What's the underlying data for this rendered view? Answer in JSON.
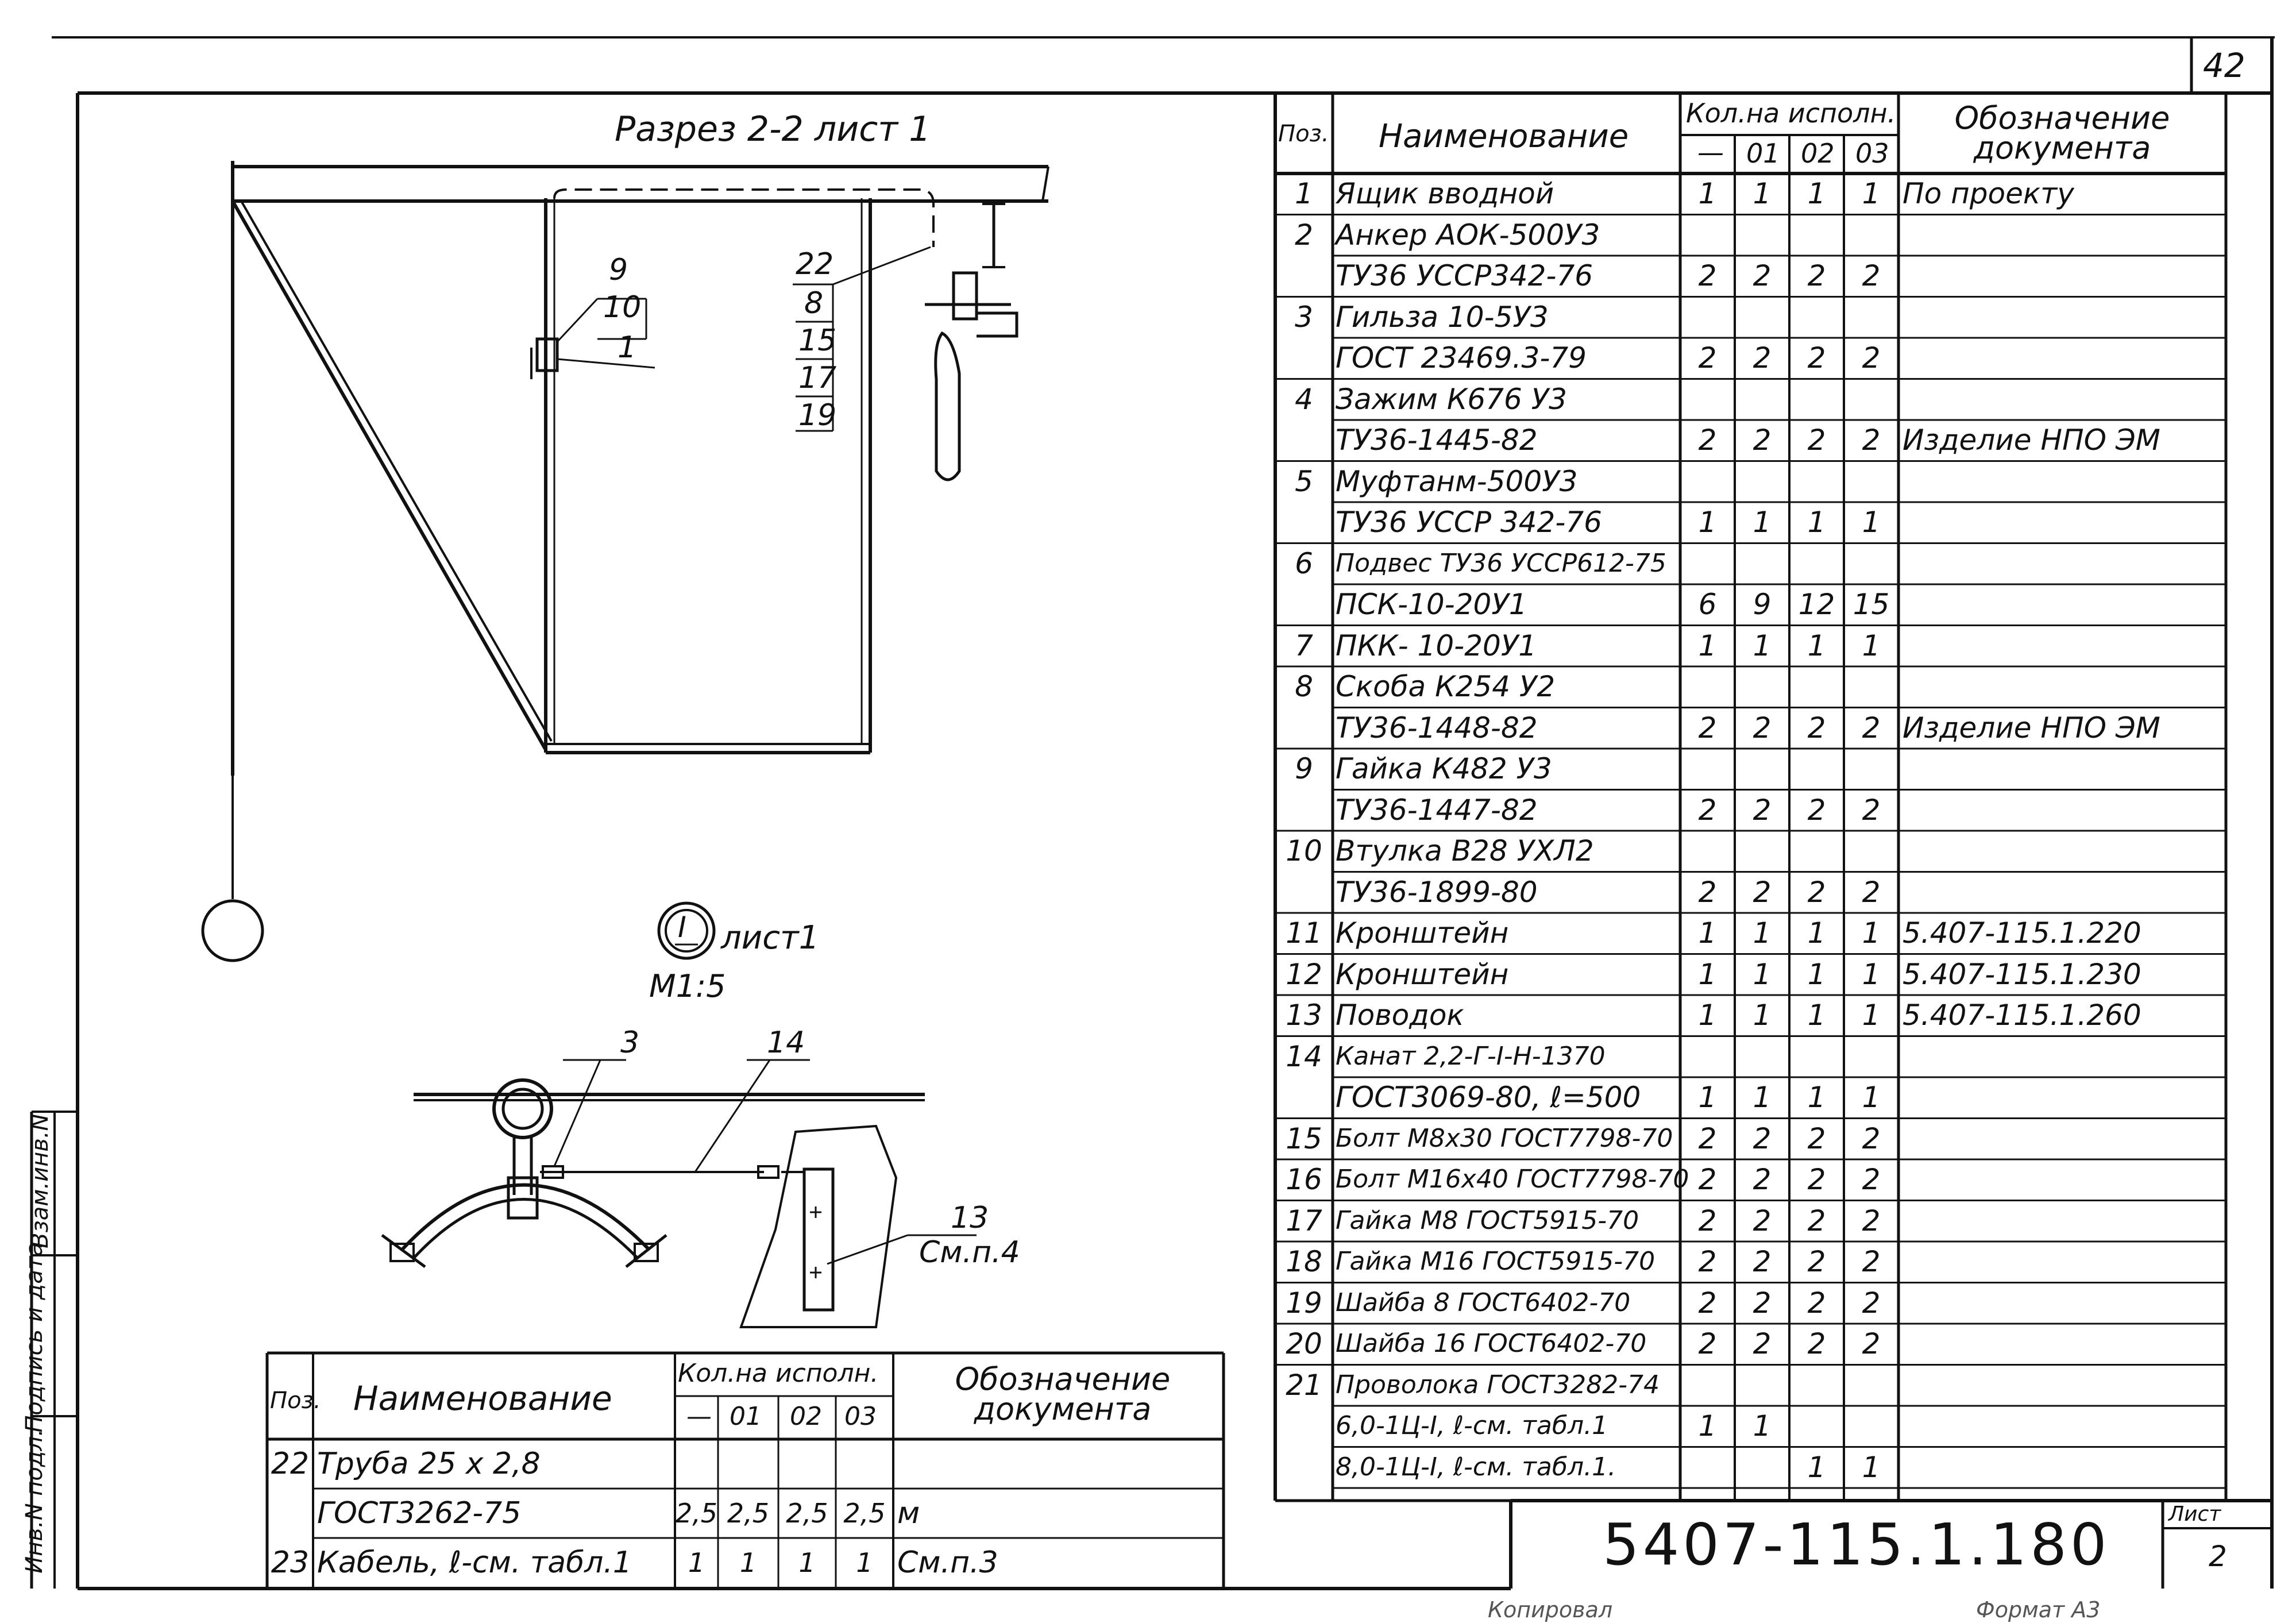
{
  "page_number": "42",
  "document_code": "5407-115.1.180",
  "sheet": {
    "label": "Лист",
    "number": "2"
  },
  "footer": {
    "copied": "Копировал",
    "format": "Формат А3"
  },
  "section_title": "Разрез 2-2 лист 1",
  "leader_left": [
    "9",
    "10",
    "1"
  ],
  "leader_right": [
    "22",
    "8",
    "15",
    "17",
    "19"
  ],
  "detail": {
    "mark": "I",
    "sheet": "лист1",
    "scale": "М1:5",
    "pos3": "3",
    "pos14": "14",
    "pos13": "13",
    "see": "См.п.4"
  },
  "side_stamp": {
    "left": "Инв.N подл.",
    "middle": "Подпись и дата",
    "right": "Взам.инв.N"
  },
  "main_table": {
    "headers": {
      "pos": "Поз.",
      "name": "Наименование",
      "qty": "Кол.на исполн.",
      "doc": "Обозначение документа",
      "variants": [
        "—",
        "01",
        "02",
        "03"
      ]
    },
    "rows": [
      {
        "pos": "1",
        "name": "Ящик вводной",
        "q": [
          "1",
          "1",
          "1",
          "1"
        ],
        "doc": "По проекту"
      },
      {
        "pos": "2",
        "name": "Анкер АОК-500У3",
        "q": [
          "",
          "",
          "",
          ""
        ],
        "doc": ""
      },
      {
        "pos": "",
        "name": "ТУ36 УССР342-76",
        "q": [
          "2",
          "2",
          "2",
          "2"
        ],
        "doc": ""
      },
      {
        "pos": "3",
        "name": "Гильза 10-5У3",
        "q": [
          "",
          "",
          "",
          ""
        ],
        "doc": ""
      },
      {
        "pos": "",
        "name": "ГОСТ 23469.3-79",
        "q": [
          "2",
          "2",
          "2",
          "2"
        ],
        "doc": ""
      },
      {
        "pos": "4",
        "name": "Зажим К676 У3",
        "q": [
          "",
          "",
          "",
          ""
        ],
        "doc": ""
      },
      {
        "pos": "",
        "name": "ТУ36-1445-82",
        "q": [
          "2",
          "2",
          "2",
          "2"
        ],
        "doc": "Изделие НПО ЭМ"
      },
      {
        "pos": "5",
        "name": "Муфтанм-500У3",
        "q": [
          "",
          "",
          "",
          ""
        ],
        "doc": ""
      },
      {
        "pos": "",
        "name": "ТУ36 УССР 342-76",
        "q": [
          "1",
          "1",
          "1",
          "1"
        ],
        "doc": ""
      },
      {
        "pos": "6",
        "name": "Подвес ТУ36 УССР612-75",
        "q": [
          "",
          "",
          "",
          ""
        ],
        "doc": ""
      },
      {
        "pos": "",
        "name": "ПСК-10-20У1",
        "q": [
          "6",
          "9",
          "12",
          "15"
        ],
        "doc": ""
      },
      {
        "pos": "7",
        "name": "ПКК- 10-20У1",
        "q": [
          "1",
          "1",
          "1",
          "1"
        ],
        "doc": ""
      },
      {
        "pos": "8",
        "name": "Скоба К254 У2",
        "q": [
          "",
          "",
          "",
          ""
        ],
        "doc": ""
      },
      {
        "pos": "",
        "name": "ТУ36-1448-82",
        "q": [
          "2",
          "2",
          "2",
          "2"
        ],
        "doc": "Изделие НПО ЭМ"
      },
      {
        "pos": "9",
        "name": "Гайка К482 У3",
        "q": [
          "",
          "",
          "",
          ""
        ],
        "doc": ""
      },
      {
        "pos": "",
        "name": "ТУ36-1447-82",
        "q": [
          "2",
          "2",
          "2",
          "2"
        ],
        "doc": ""
      },
      {
        "pos": "10",
        "name": "Втулка В28 УХЛ2",
        "q": [
          "",
          "",
          "",
          ""
        ],
        "doc": ""
      },
      {
        "pos": "",
        "name": "ТУ36-1899-80",
        "q": [
          "2",
          "2",
          "2",
          "2"
        ],
        "doc": ""
      },
      {
        "pos": "11",
        "name": "Кронштейн",
        "q": [
          "1",
          "1",
          "1",
          "1"
        ],
        "doc": "5.407-115.1.220"
      },
      {
        "pos": "12",
        "name": "Кронштейн",
        "q": [
          "1",
          "1",
          "1",
          "1"
        ],
        "doc": "5.407-115.1.230"
      },
      {
        "pos": "13",
        "name": "Поводок",
        "q": [
          "1",
          "1",
          "1",
          "1"
        ],
        "doc": "5.407-115.1.260"
      },
      {
        "pos": "14",
        "name": "Канат 2,2-Г-I-Н-1370",
        "q": [
          "",
          "",
          "",
          ""
        ],
        "doc": ""
      },
      {
        "pos": "",
        "name": "ГОСТ3069-80, ℓ=500",
        "q": [
          "1",
          "1",
          "1",
          "1"
        ],
        "doc": ""
      },
      {
        "pos": "15",
        "name": "Болт М8х30 ГОСТ7798-70",
        "q": [
          "2",
          "2",
          "2",
          "2"
        ],
        "doc": ""
      },
      {
        "pos": "16",
        "name": "Болт М16х40 ГОСТ7798-70",
        "q": [
          "2",
          "2",
          "2",
          "2"
        ],
        "doc": ""
      },
      {
        "pos": "17",
        "name": "Гайка М8 ГОСТ5915-70",
        "q": [
          "2",
          "2",
          "2",
          "2"
        ],
        "doc": ""
      },
      {
        "pos": "18",
        "name": "Гайка М16 ГОСТ5915-70",
        "q": [
          "2",
          "2",
          "2",
          "2"
        ],
        "doc": ""
      },
      {
        "pos": "19",
        "name": "Шайба 8 ГОСТ6402-70",
        "q": [
          "2",
          "2",
          "2",
          "2"
        ],
        "doc": ""
      },
      {
        "pos": "20",
        "name": "Шайба 16 ГОСТ6402-70",
        "q": [
          "2",
          "2",
          "2",
          "2"
        ],
        "doc": ""
      },
      {
        "pos": "21",
        "name": "Проволока ГОСТ3282-74",
        "q": [
          "",
          "",
          "",
          ""
        ],
        "doc": ""
      },
      {
        "pos": "",
        "name": "6,0-1Ц-I, ℓ-см. табл.1",
        "q": [
          "1",
          "1",
          "",
          ""
        ],
        "doc": ""
      },
      {
        "pos": "",
        "name": "8,0-1Ц-I, ℓ-см. табл.1.",
        "q": [
          "",
          "",
          "1",
          "1"
        ],
        "doc": ""
      }
    ]
  },
  "small_table": {
    "headers": {
      "pos": "Поз.",
      "name": "Наименование",
      "qty": "Кол.на исполн.",
      "doc": "Обозначение документа",
      "variants": [
        "—",
        "01",
        "02",
        "03"
      ]
    },
    "rows": [
      {
        "pos": "22",
        "name": "Труба 25 х 2,8",
        "q": [
          "",
          "",
          "",
          ""
        ],
        "doc": ""
      },
      {
        "pos": "",
        "name": "ГОСТ3262-75",
        "q": [
          "2,5",
          "2,5",
          "2,5",
          "2,5"
        ],
        "doc": "м"
      },
      {
        "pos": "23",
        "name": "Кабель, ℓ-см. табл.1",
        "q": [
          "1",
          "1",
          "1",
          "1"
        ],
        "doc": "См.п.3"
      }
    ]
  }
}
